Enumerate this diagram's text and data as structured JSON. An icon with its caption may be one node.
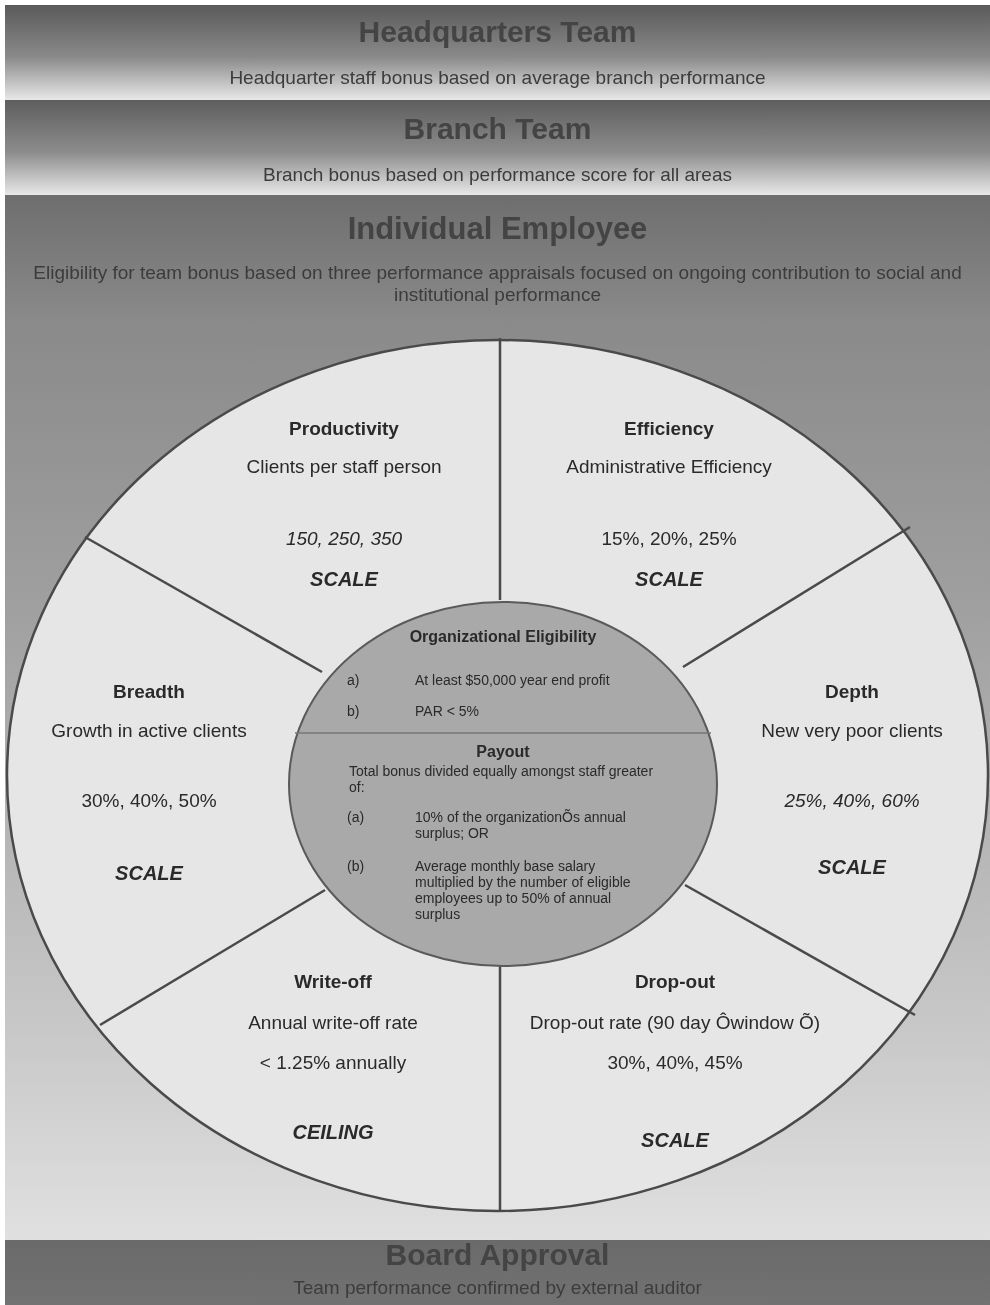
{
  "diagram": {
    "nodes": [
      {
        "text": [
          "Headquarters Team",
          "Headquarter staff bonus based on average branch performance"
        ]
      },
      {
        "text": [
          "Branch Team",
          "Branch bonus based on performance score for all areas"
        ]
      },
      {
        "text": [
          "Individual Employee",
          "Eligibility for team bonus based on three performance appraisals focused on ongoing contribution to social and institutional performance"
        ]
      },
      {
        "text": [],
        "shape": "circle",
        "in": 2
      },
      {
        "text": [
          "Productivity",
          "Clients per staff person",
          "150, 250, 350",
          "SCALE"
        ],
        "in": 3
      },
      {
        "text": [
          "Efficiency",
          "Administrative Efficiency",
          "15%, 20%, 25%",
          "SCALE"
        ],
        "in": 3
      },
      {
        "text": [
          "Breadth",
          "Growth in active clients",
          "30%, 40%, 50%",
          "SCALE"
        ],
        "in": 3
      },
      {
        "text": [
          "Organizational Eligibility",
          "a)",
          "At least $50,000 year end profit",
          "b)",
          "PAR < 5%",
          "Payout",
          "Total bonus divided equally amongst staff greater of:",
          "(a)",
          "10% of the organizationÕs annual surplus; OR",
          "(b)",
          "Average monthly base salary multiplied by the number of eligible employees up to 50% of annual surplus"
        ],
        "in": 3
      },
      {
        "text": [
          "Depth",
          "New very poor clients",
          "25%, 40%, 60%",
          "SCALE"
        ],
        "in": 3
      },
      {
        "text": [
          "Write-off",
          "Annual write-off rate",
          "< 1.25% annually",
          "CEILING"
        ],
        "in": 3
      },
      {
        "text": [
          "Drop-out",
          "Drop-out rate (90 day Ôwindow Õ)",
          "30%, 40%, 45%",
          "SCALE"
        ],
        "in": 3
      },
      {
        "text": [
          "Board Approval",
          "Team performance confirmed by external auditor"
        ]
      }
    ],
    "edges": []
  }
}
